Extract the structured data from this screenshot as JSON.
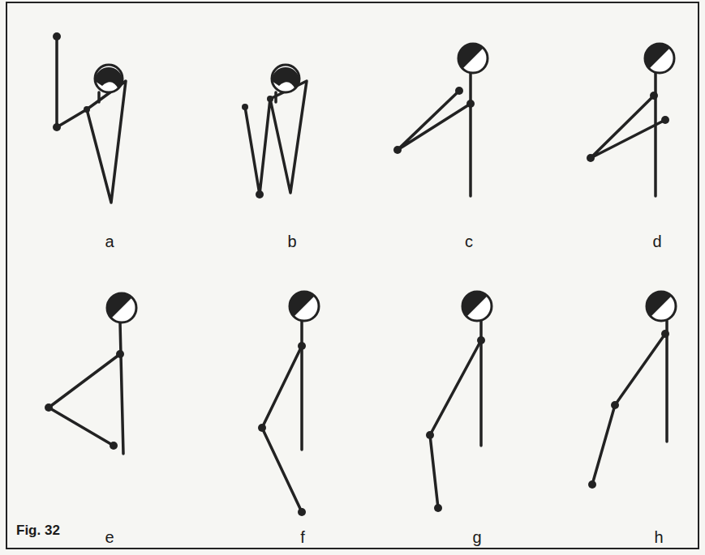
{
  "diagram": {
    "caption": "Fig. 32",
    "labels": [
      "a",
      "b",
      "c",
      "d",
      "e",
      "f",
      "g",
      "h"
    ]
  }
}
